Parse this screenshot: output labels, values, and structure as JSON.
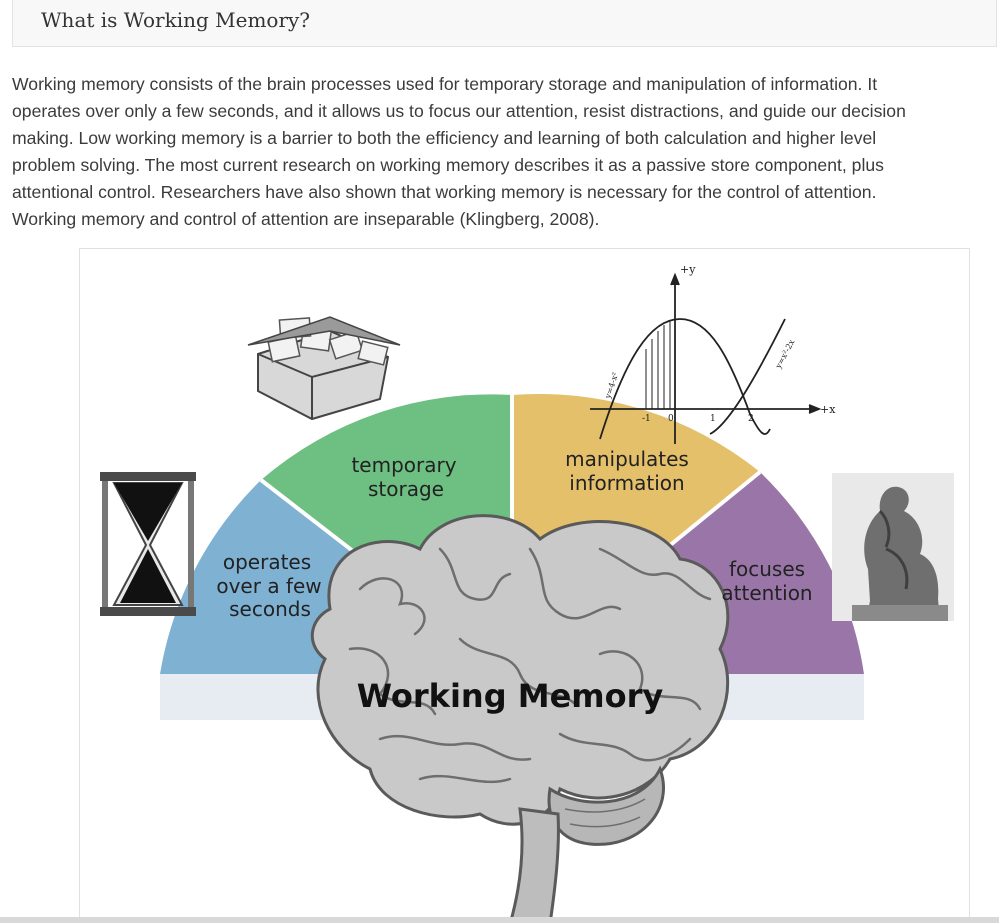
{
  "section": {
    "title": "What is Working Memory?"
  },
  "intro": {
    "lines": [
      "Working memory consists of the brain processes used for temporary storage and manipulation of information. It",
      "operates over only a few seconds, and it allows us to focus our attention, resist distractions, and guide our decision",
      "making. Low working memory is a barrier to both the efficiency and learning of both calculation and higher level",
      "problem solving. The most current research on working memory describes it as a passive store component, plus",
      "attentional control. Researchers have also shown that working memory is necessary for the control of attention.",
      "Working memory and control of attention are inseparable (Klingberg, 2008)."
    ]
  },
  "figure": {
    "title": "Working Memory",
    "segments": {
      "seconds": {
        "line1": "operates",
        "line2": "over a few",
        "line3": "seconds",
        "color": "#7fb1d3"
      },
      "storage": {
        "line1": "temporary",
        "line2": "storage",
        "color": "#6dbf82"
      },
      "manipulate": {
        "line1": "manipulates",
        "line2": "information",
        "color": "#e4c06b"
      },
      "attention": {
        "line1": "focuses",
        "line2": "attention",
        "color": "#9a76a8"
      }
    },
    "graph": {
      "y_axis": "+y",
      "x_axis": "+x",
      "ticks": [
        "-1",
        "0",
        "1",
        "2"
      ],
      "curve_label_left": "y=4-x²",
      "curve_label_right": "y=x²-2x"
    }
  }
}
